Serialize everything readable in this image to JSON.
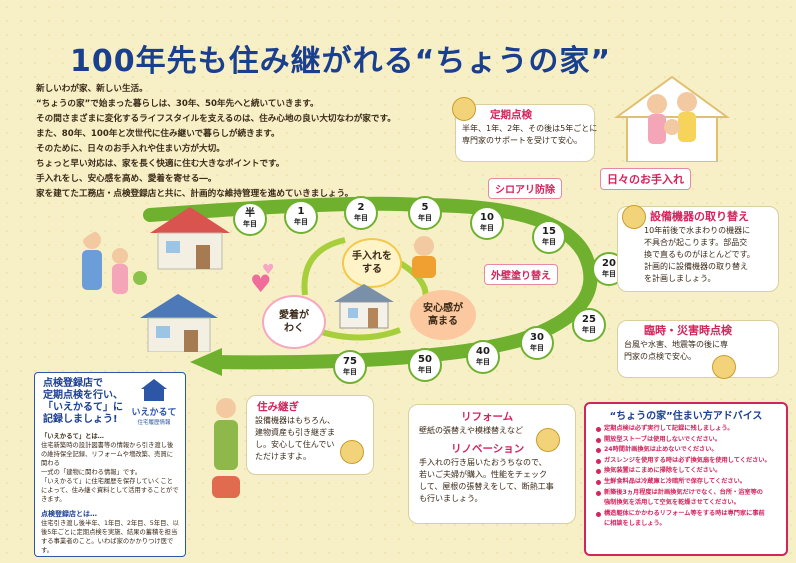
{
  "title": "100年先も住み継がれる“ちょうの家”",
  "intro": [
    "新しいわが家、新しい生活。",
    "“ちょうの家”で始まった暮らしは、30年、50年先へと続いていきます。",
    "その間さまざまに変化するライフスタイルを支えるのは、住み心地の良い大切なわが家です。",
    "また、80年、100年と次世代に住み継いで暮らしが続きます。",
    "そのために、日々のお手入れや住まい方が大切。",
    "ちょっと早い対応は、家を長く快適に住む大きなポイントです。",
    "手入れをし、安心感を高め、愛着を寄せる―。",
    "家を建てた工務店・点検登録店と共に、計画的な維持管理を進めていきましょう。"
  ],
  "timeline": [
    {
      "n": "半",
      "u": "年目"
    },
    {
      "n": "1",
      "u": "年目"
    },
    {
      "n": "2",
      "u": "年目"
    },
    {
      "n": "5",
      "u": "年目"
    },
    {
      "n": "10",
      "u": "年目"
    },
    {
      "n": "15",
      "u": "年目"
    },
    {
      "n": "20",
      "u": "年目"
    },
    {
      "n": "25",
      "u": "年目"
    },
    {
      "n": "30",
      "u": "年目"
    },
    {
      "n": "40",
      "u": "年目"
    },
    {
      "n": "50",
      "u": "年目"
    },
    {
      "n": "75",
      "u": "年目"
    }
  ],
  "labels": {
    "termite": "シロアリ防除",
    "exterior": "外壁塗り替え",
    "daily": "日々のお手入れ"
  },
  "inspection": {
    "title": "定期点検",
    "text": [
      "半年、1年、2年、その後は5年ごとに",
      "専門家のサポートを受けて安心。"
    ]
  },
  "equipment": {
    "title": "設備機器の取り替え",
    "text": [
      "10年前後で水まわりの機器に",
      "不具合が起こります。部品交",
      "換で直るものがほとんどです。",
      "計画的に設備機器の取り替え",
      "を計画しましょう。"
    ]
  },
  "disaster": {
    "title": "臨時・災害時点検",
    "text": [
      "台風や水害、地震等の後に専",
      "門家の点検で安心。"
    ]
  },
  "inherit": {
    "title": "住み継ぎ",
    "text": [
      "設備機器はもちろん、",
      "建物資産も引き継ぎま",
      "し。安心して住んでい",
      "ただけますよ。"
    ]
  },
  "reform": {
    "title": "リフォーム",
    "text": "壁紙の張替えや模様替えなど"
  },
  "renovation": {
    "title": "リノベーション",
    "text": [
      "手入れの行き届いたおうちなので、",
      "若いご夫婦が購入。性能をチェック",
      "して、屋根の張替えをして、断熱工事",
      "も行いましょう。"
    ]
  },
  "cycle": {
    "care": [
      "手入れを",
      "する"
    ],
    "safe": [
      "安心感が",
      "高まる"
    ],
    "love": [
      "愛着が",
      "わく"
    ]
  },
  "registry": {
    "heading": [
      "点検登録店で",
      "定期点検を行い、",
      "「いえかるて」に",
      "記録しましょう!"
    ],
    "logo": "いえかるて",
    "logo_sub": "住宅履歴情報",
    "para1": [
      "「いえかるて」とは…",
      "住宅新築時の設計図書等の情報から引き渡し後",
      "の維持保全記録、リフォームや増改築、売買に関わる",
      "一式の「建物に関わる情報」です。",
      "「いえかるて」に住宅履歴を保存していくこと",
      "によって、住み継ぐ資料として活用することがで",
      "きます。"
    ],
    "sub2": "点検登録店とは…",
    "para2": [
      "住宅引き渡し後半年、1年目、2年目、5年目、以",
      "後5年ごとに定期点検を実施、結果の蓄積を担当",
      "する事業者のこと。いわば家のかかりつけ医です。"
    ]
  },
  "advice": {
    "title": "“ちょうの家”住まい方アドバイス",
    "items": [
      "定期点検は必ず実行して記録に残しましょう。",
      "開放型ストーブは使用しないでください。",
      "24時間計画換気は止めないでください。",
      "ガスレンジを使用する時は必ず換気扇を使用してください。",
      "換気装置はこまめに掃除をしてください。",
      "生鮮食料品は冷蔵庫と冷暗所で保存してください。",
      "新築後3ヵ月程度は計画換気だけでなく、台所・浴室等の",
      "強制換気を活用して空気を乾燥させてください。",
      "構造躯体にかかわるリフォーム等をする時は専門家に事前",
      "に相談をしましょう。"
    ]
  },
  "colors": {
    "title_blue": "#1b3f8f",
    "accent_pink": "#d2245d",
    "arc_green": "#6fb12f",
    "background": "#f7f0c7"
  }
}
